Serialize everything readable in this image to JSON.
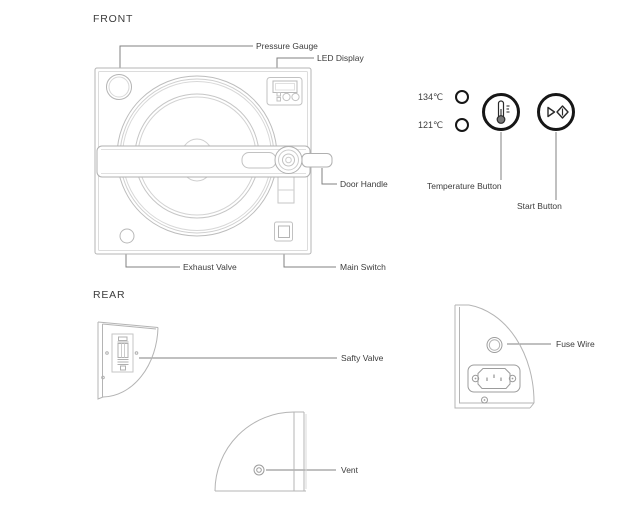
{
  "front": {
    "title": "FRONT",
    "callouts": {
      "pressure_gauge": "Pressure Gauge",
      "led_display": "LED Display",
      "door_handle": "Door Handle",
      "exhaust_valve": "Exhaust Valve",
      "main_switch": "Main Switch"
    },
    "controls": {
      "temp_high": "134℃",
      "temp_low": "121℃",
      "temperature_button_label": "Temperature Button",
      "start_button_label": "Start Button",
      "temperature_button_icon": "thermometer-icon",
      "start_button_icon": "play-diamond-icon"
    }
  },
  "rear": {
    "title": "REAR",
    "callouts": {
      "safety_valve": "Safty Valve",
      "fuse_wire": "Fuse Wire",
      "vent": "Vent"
    }
  },
  "colors": {
    "background": "#ffffff",
    "drawing_line": "#b4b4b4",
    "leader_line": "#818181",
    "label_text": "#3c3c3c",
    "button_ring": "#161616"
  }
}
